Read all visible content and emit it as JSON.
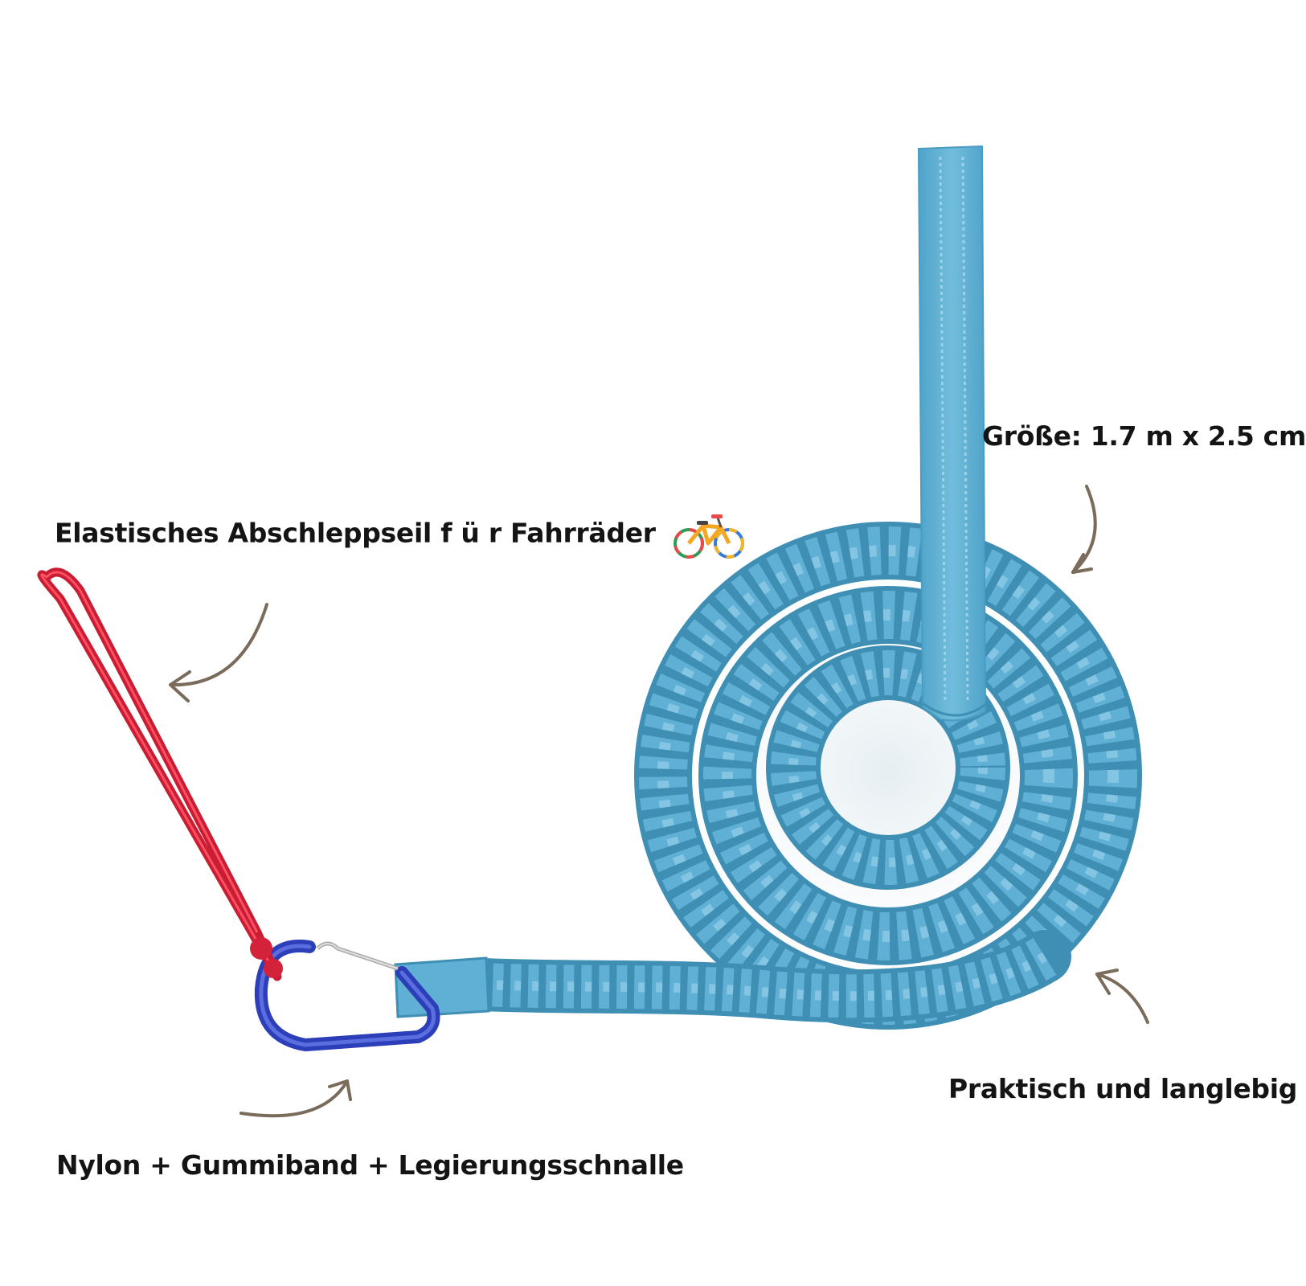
{
  "image": {
    "subject": "elastic bicycle tow rope",
    "colors": {
      "rope": "#5fb0d4",
      "rope_dark": "#3f8fb5",
      "rope_light": "#8ccbe6",
      "loop": "#e0243a",
      "carabiner": "#2d3fb8",
      "arrow": "#7a6b5a",
      "background": "#ffffff"
    }
  },
  "labels": {
    "size": "Größe: 1.7 m x 2.5 cm",
    "title": "Elastisches Abschleppseil f ü r Fahrräder",
    "durable": "Praktisch und langlebig",
    "material": "Nylon + Gummiband + Legierungsschnalle"
  },
  "icons": {
    "bicycle": "bicycle-icon",
    "arrow": "curved-arrow-icon"
  }
}
